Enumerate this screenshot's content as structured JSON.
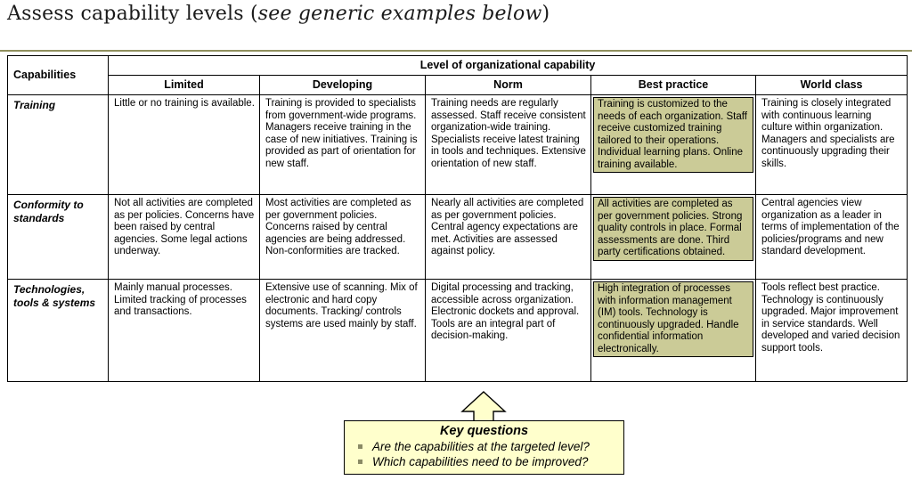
{
  "title": {
    "prefix": "Assess capability levels (",
    "italic": "see generic examples below",
    "suffix": ")"
  },
  "table": {
    "corner_header": "Capabilities",
    "span_header": "Level of organizational capability",
    "level_headers": [
      "Limited",
      "Developing",
      "Norm",
      "Best practice",
      "World class"
    ],
    "highlighted_level": "Best practice",
    "rows": [
      {
        "capability": "Training",
        "cells": [
          "Little or no training is available.",
          "Training is provided to specialists from government-wide programs.  Managers receive training in the case of new initiatives.  Training is provided as part of orientation for new staff.",
          "Training needs are regularly assessed.  Staff receive consistent organization-wide training.  Specialists receive latest training in tools and techniques.  Extensive orientation of new staff.",
          "Training is customized to the needs of each organization. Staff receive customized training tailored to their operations.  Individual learning plans.  Online training available.",
          "Training is closely integrated with continuous learning culture within organization.  Managers and specialists are continuously upgrading their skills."
        ]
      },
      {
        "capability": "Conformity to standards",
        "cells": [
          "Not all activities are completed as per policies.  Concerns have been raised by central agencies.  Some legal actions underway.",
          "Most activities are completed as per government policies.  Concerns raised by central agencies are being addressed.  Non-conformities are tracked.",
          "Nearly all activities are completed as per government policies. Central agency expectations are met.  Activities are assessed against policy.",
          "All activities are completed as per government policies. Strong quality controls in place. Formal assessments are done. Third party certifications obtained.",
          "Central agencies view organization as a leader in terms of implementation of the policies/programs and new standard development."
        ]
      },
      {
        "capability": "Technologies, tools & systems",
        "cells": [
          "Mainly manual processes.  Limited tracking of processes and transactions.",
          "Extensive use of scanning.  Mix of electronic and hard copy documents.  Tracking/ controls systems are used mainly by staff.",
          "Digital processing and tracking, accessible across organization. Electronic dockets and approval. Tools are an integral part of decision-making.",
          "High integration of processes with information management (IM) tools. Technology is continuously upgraded.  Handle confidential information electronically.",
          "Tools reflect best practice. Technology is continuously upgraded. Major improvement in service standards. Well developed and varied decision support tools."
        ]
      }
    ]
  },
  "callout": {
    "title": "Key questions",
    "bullets": [
      "Are the capabilities at the targeted level?",
      "Which capabilities need to be improved?"
    ]
  },
  "colors": {
    "highlight_cell": "#cbcb97",
    "callout_background": "#ffffcc",
    "top_rule": "#90905e",
    "border": "#000000"
  }
}
